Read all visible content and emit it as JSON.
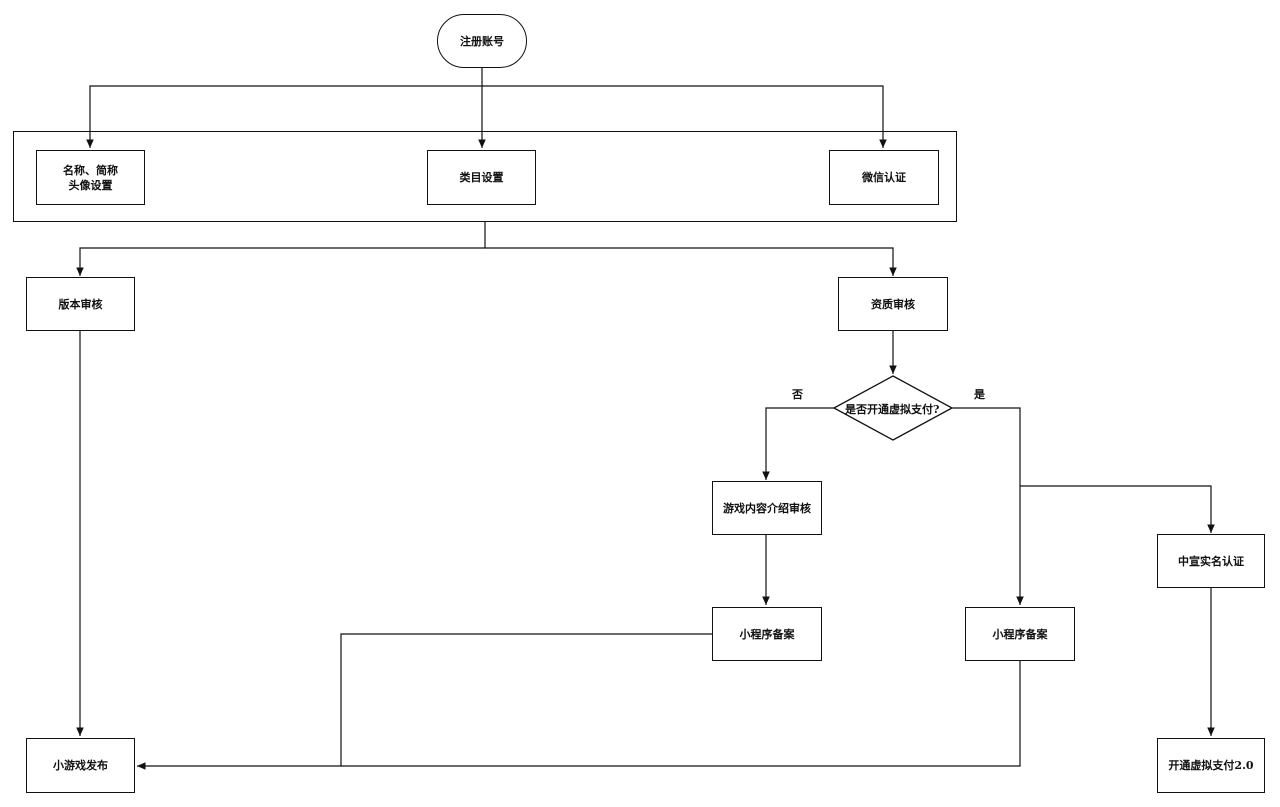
{
  "nodes": {
    "register": "注册账号",
    "name_setting_line1": "名称、简称",
    "name_setting_line2": "头像设置",
    "category_setting": "类目设置",
    "wechat_cert": "微信认证",
    "version_review": "版本审核",
    "qualification_review": "资质审核",
    "decision": "是否开通虚拟支付?",
    "content_review": "游戏内容介绍审核",
    "filing_left": "小程序备案",
    "filing_right": "小程序备案",
    "realname": "中宣实名认证",
    "publish": "小游戏发布",
    "open_vpay": "开通虚拟支付2.0"
  },
  "edge_labels": {
    "no": "否",
    "yes": "是"
  },
  "colors": {
    "stroke": "#111111",
    "background": "#ffffff"
  }
}
